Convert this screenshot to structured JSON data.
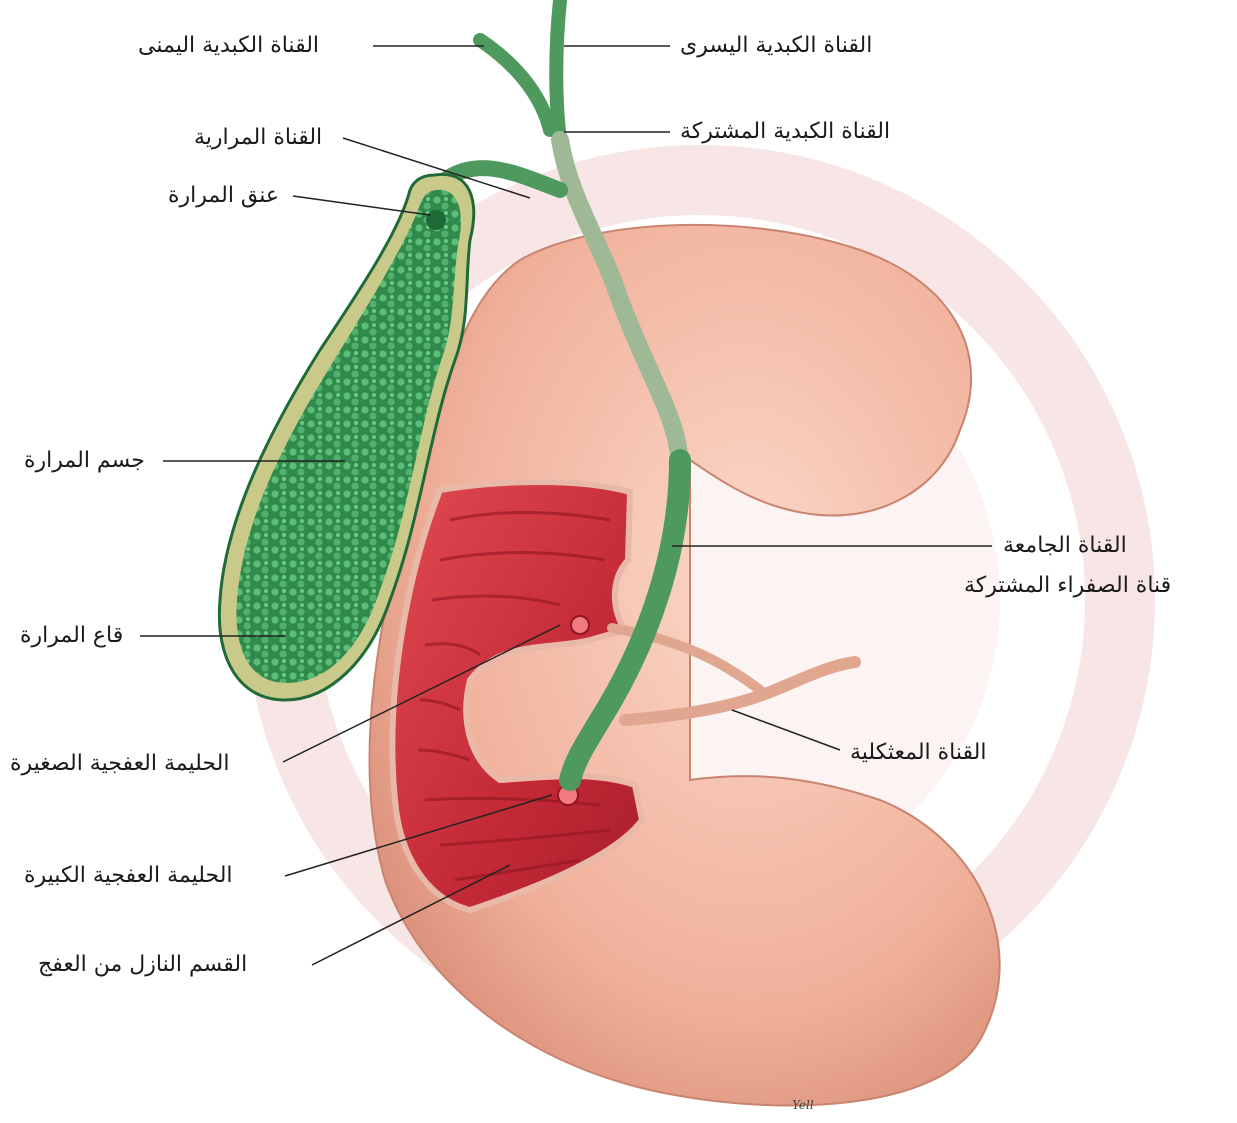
{
  "labels": {
    "right_hepatic_duct": "القناة الكبدية اليمنى",
    "left_hepatic_duct": "القناة الكبدية اليسرى",
    "common_hepatic_duct": "القناة الكبدية المشتركة",
    "cystic_duct": "القناة المرارية",
    "gallbladder_neck": "عنق المرارة",
    "gallbladder_body": "جسم المرارة",
    "gallbladder_fundus": "قاع المرارة",
    "common_bile_duct_1": "القناة الجامعة",
    "common_bile_duct_2": "قناة الصفراء المشتركة",
    "pancreatic_duct": "القناة المعثكلية",
    "minor_duodenal_papilla": "الحليمة العفجية الصغيرة",
    "major_duodenal_papilla": "الحليمة العفجية الكبيرة",
    "descending_duodenum": "القسم النازل من العفج"
  },
  "artist_signature": "Yell",
  "colors": {
    "gallbladder": "#3f9a5a",
    "gallbladder_dark": "#1f6a38",
    "gallbladder_wall": "#c9c98a",
    "duct": "#4e9a5e",
    "intestine_outer": "#f0b4a0",
    "intestine_inner": "#c8323c",
    "pancreatic_duct": "#e0a690",
    "watermark": "#f3d2d2",
    "leader_line": "#222222"
  }
}
